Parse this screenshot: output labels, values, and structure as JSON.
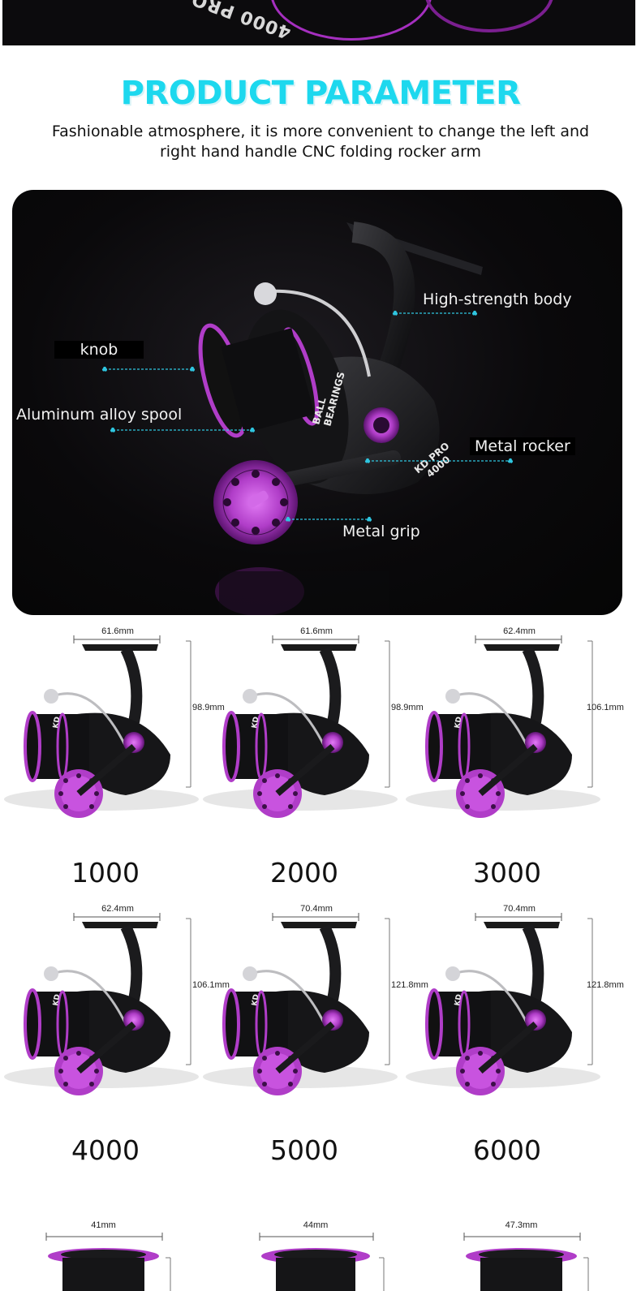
{
  "top_strip": {
    "mirror_text": "4000 PRO"
  },
  "title": "PRODUCT PARAMETER",
  "subtitle": "Fashionable atmosphere, it is more convenient to change the left and right hand handle CNC folding rocker arm",
  "hero": {
    "reel_branding": {
      "lines": [
        "BALL",
        "BEARINGS"
      ],
      "model": "KD PRO",
      "size": "4000"
    },
    "callouts": {
      "high_strength_body": "High-strength body",
      "knob": "knob",
      "aluminum_alloy_spool": "Aluminum alloy spool",
      "metal_rocker": "Metal rocker",
      "metal_grip": "Metal grip"
    }
  },
  "sizes": [
    {
      "model": "1000",
      "width": "61.6mm",
      "height": "98.9mm"
    },
    {
      "model": "2000",
      "width": "61.6mm",
      "height": "98.9mm"
    },
    {
      "model": "3000",
      "width": "62.4mm",
      "height": "106.1mm"
    },
    {
      "model": "4000",
      "width": "62.4mm",
      "height": "106.1mm"
    },
    {
      "model": "5000",
      "width": "70.4mm",
      "height": "121.8mm"
    },
    {
      "model": "6000",
      "width": "70.4mm",
      "height": "121.8mm"
    }
  ],
  "spools": [
    {
      "width": "41mm"
    },
    {
      "width": "44mm"
    },
    {
      "width": "47.3mm"
    }
  ],
  "colors": {
    "accent_cyan": "#1dd8ee",
    "reel_purple": "#b03dc8",
    "reel_black": "#111111",
    "callout_line": "#2fc6e0"
  }
}
